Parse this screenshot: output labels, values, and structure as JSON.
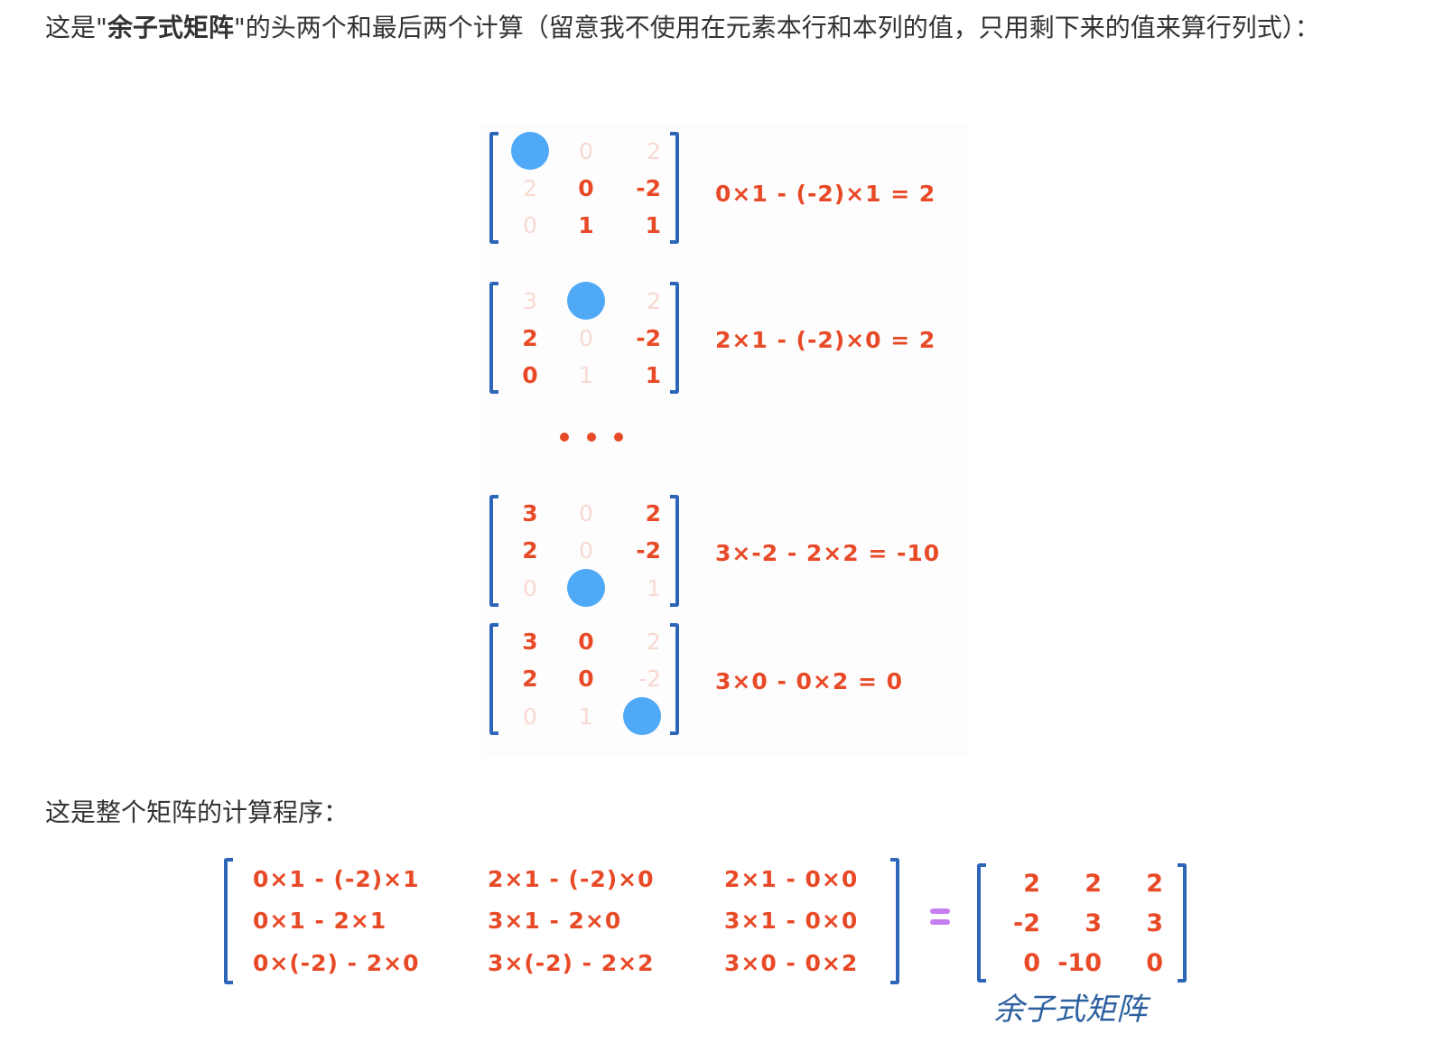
{
  "paragraph1": {
    "prefix": "这是\"",
    "bold": "余子式矩阵",
    "suffix": "\"的头两个和最后两个计算（留意我不使用在元素本行和本列的值，只用剩下来的值来算行列式）："
  },
  "paragraph2": "这是整个矩阵的计算程序：",
  "colors": {
    "text": "#333333",
    "number_red": "#e84a27",
    "faded": "#f8d9d1",
    "bracket_blue": "#2d66b8",
    "dot_blue": "#4fa9f7",
    "equals_purple": "#c77ef0",
    "caption_blue": "#2b5f9e"
  },
  "steps": [
    {
      "cells": [
        [
          "●",
          "0",
          "2"
        ],
        [
          "2",
          "0",
          "-2"
        ],
        [
          "0",
          "1",
          "1"
        ]
      ],
      "faded": [
        [
          false,
          true,
          true
        ],
        [
          true,
          false,
          false
        ],
        [
          true,
          false,
          false
        ]
      ],
      "expression": "0×1 - (-2)×1 = 2"
    },
    {
      "cells": [
        [
          "3",
          "●",
          "2"
        ],
        [
          "2",
          "0",
          "-2"
        ],
        [
          "0",
          "1",
          "1"
        ]
      ],
      "faded": [
        [
          true,
          false,
          true
        ],
        [
          false,
          true,
          false
        ],
        [
          false,
          true,
          false
        ]
      ],
      "expression": "2×1 - (-2)×0 = 2"
    },
    {
      "cells": [
        [
          "3",
          "0",
          "2"
        ],
        [
          "2",
          "0",
          "-2"
        ],
        [
          "0",
          "●",
          "1"
        ]
      ],
      "faded": [
        [
          false,
          true,
          false
        ],
        [
          false,
          true,
          false
        ],
        [
          true,
          false,
          true
        ]
      ],
      "expression": "3×-2 - 2×2 = -10"
    },
    {
      "cells": [
        [
          "3",
          "0",
          "2"
        ],
        [
          "2",
          "0",
          "-2"
        ],
        [
          "0",
          "1",
          "●"
        ]
      ],
      "faded": [
        [
          false,
          false,
          true
        ],
        [
          false,
          false,
          true
        ],
        [
          true,
          true,
          false
        ]
      ],
      "expression": "3×0 - 0×2 = 0"
    }
  ],
  "ellipsis": "• • •",
  "computation_matrix": [
    [
      "0×1 - (-2)×1",
      "2×1 - (-2)×0",
      "2×1 - 0×0"
    ],
    [
      "0×1 - 2×1",
      "3×1 - 2×0",
      "3×1 - 0×0"
    ],
    [
      "0×(-2) - 2×0",
      "3×(-2) - 2×2",
      "3×0 - 0×2"
    ]
  ],
  "equals": "=",
  "result_matrix": [
    [
      "2",
      "2",
      "2"
    ],
    [
      "-2",
      "3",
      "3"
    ],
    [
      "0",
      "-10",
      "0"
    ]
  ],
  "result_caption": "余子式矩阵"
}
